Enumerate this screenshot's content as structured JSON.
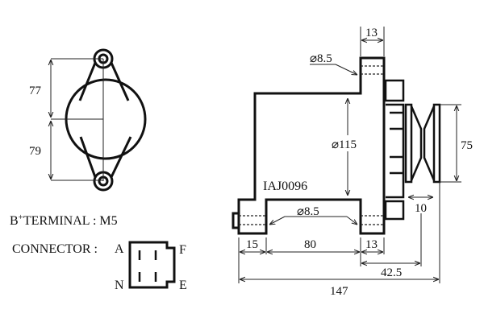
{
  "front_view": {
    "dim_upper": "77",
    "dim_lower": "79"
  },
  "specs": {
    "terminal_label": "B",
    "terminal_sup": "+",
    "terminal_text": "TERMINAL : M5",
    "connector_label": "CONNECTOR :",
    "pins": {
      "a": "A",
      "f": "F",
      "n": "N",
      "e": "E"
    }
  },
  "side_view": {
    "part_number": "IAJ0096",
    "flange_width": "13",
    "top_hole": "⌀8.5",
    "body_diameter": "⌀115",
    "bottom_hole": "⌀8.5",
    "pulley_diameter": "75",
    "pulley_width": "10",
    "dim_15": "15",
    "dim_80": "80",
    "dim_13": "13",
    "dim_42_5": "42.5",
    "dim_147": "147"
  }
}
